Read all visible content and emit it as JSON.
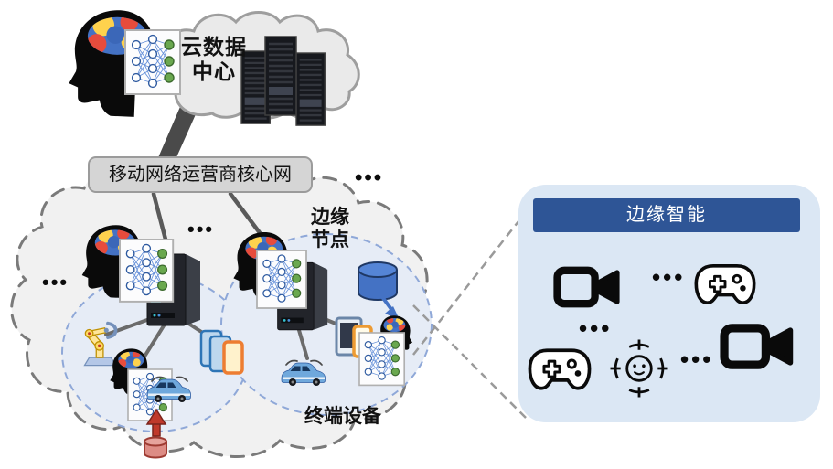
{
  "diagram": {
    "cloud_data_center_label": "云数据中心",
    "core_network_label": "移动网络运营商核心网",
    "edge_node_label": "边缘节点",
    "terminal_devices_label": "终端设备",
    "ellipsis": "•••",
    "icons": [
      "brain-head-icon",
      "neural-network-icon",
      "server-rack-icon",
      "datacenter-servers-icon",
      "robotic-arm-icon",
      "smartphones-icon",
      "tablet-phone-icon",
      "car-icon",
      "database-cylinder-blue-icon",
      "database-cylinder-red-icon",
      "up-arrow-red-icon",
      "down-arrow-blue-icon"
    ]
  },
  "panel": {
    "title": "边缘智能",
    "ellipsis": "•••",
    "icons": [
      "video-camera-icon",
      "game-controller-icon",
      "game-controller-icon",
      "face-detection-icon",
      "video-camera-icon"
    ]
  },
  "colors": {
    "panel_bg": "#dbe7f4",
    "panel_header": "#2e5596",
    "cloud_fill": "#f1f1f1",
    "cloud_dash_stroke": "#7a7a7a",
    "edge_circle_fill": "#e6ecf6",
    "edge_circle_stroke": "#8fa8d8",
    "accent_blue": "#4472c4",
    "accent_red": "#c0392b",
    "connector_gray": "#6b6b6b"
  }
}
